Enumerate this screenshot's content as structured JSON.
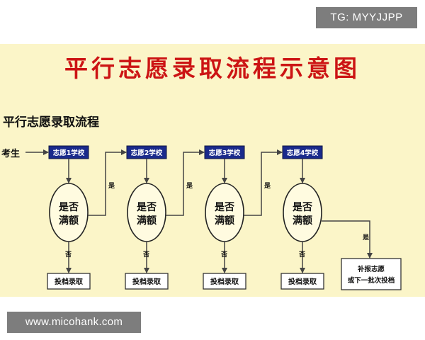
{
  "watermarks": {
    "top": "TG: MYYJJPP",
    "bottom": "www.micohank.com"
  },
  "title": "平行志愿录取流程示意图",
  "subtitle": "平行志愿录取流程",
  "diagram": {
    "start_label": "考生",
    "schools": [
      "志愿1学校",
      "志愿2学校",
      "志愿3学校",
      "志愿4学校"
    ],
    "decision_lines": [
      "是否",
      "满额"
    ],
    "yes_label": "是",
    "no_label": "否",
    "outcome_label": "投档录取",
    "final_box": [
      "补报志愿",
      "或下一批次投档"
    ]
  },
  "colors": {
    "title_red": "#cc1414",
    "panel_bg": "#fbf5c8",
    "box_fill": "#1a2a8c",
    "arrow": "#444444"
  }
}
